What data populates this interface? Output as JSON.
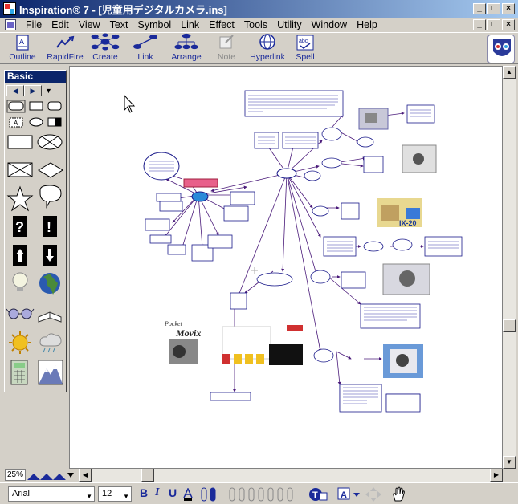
{
  "window": {
    "title": "Inspiration® 7 - [児童用デジタルカメラ.ins]",
    "controls": [
      "_",
      "□",
      "×"
    ]
  },
  "menu": {
    "items": [
      "File",
      "Edit",
      "View",
      "Text",
      "Symbol",
      "Link",
      "Effect",
      "Tools",
      "Utility",
      "Window",
      "Help"
    ]
  },
  "toolbar": {
    "items": [
      {
        "label": "Outline",
        "icon": "outline-icon",
        "enabled": true
      },
      {
        "label": "RapidFire",
        "icon": "rapidfire-icon",
        "enabled": true
      },
      {
        "label": "Create",
        "icon": "create-icon",
        "enabled": true
      },
      {
        "label": "Link",
        "icon": "link-icon",
        "enabled": true
      },
      {
        "label": "Arrange",
        "icon": "arrange-icon",
        "enabled": true
      },
      {
        "label": "Note",
        "icon": "note-icon",
        "enabled": false
      },
      {
        "label": "Hyperlink",
        "icon": "hyperlink-icon",
        "enabled": true
      },
      {
        "label": "Spell",
        "icon": "spell-icon",
        "enabled": true
      }
    ]
  },
  "palette": {
    "title": "Basic",
    "spell_icon_text": "abc"
  },
  "canvas": {
    "movix_caption": "Movix",
    "movix_super": "Pocket",
    "camera_label": "IX-20"
  },
  "zoom": {
    "level": "25%"
  },
  "format": {
    "font": "Arial",
    "size": "12",
    "bold": "B",
    "italic": "I",
    "underline": "U"
  },
  "colors": {
    "titlebar_start": "#0a246a",
    "link_line": "#4a1a7a",
    "box_border": "#1a1a8a",
    "highlight_node": "#e8608a"
  }
}
